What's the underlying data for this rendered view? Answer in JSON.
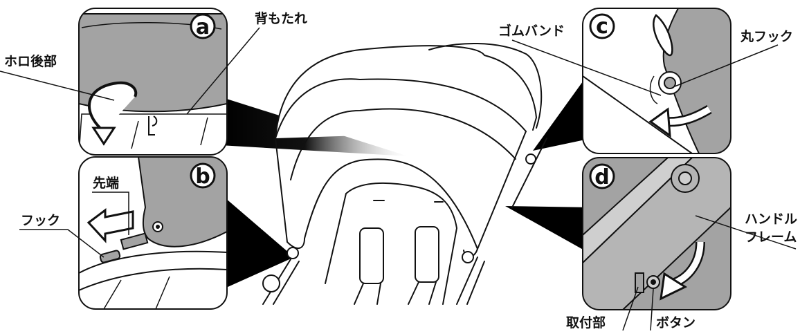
{
  "panels": {
    "a": {
      "badge": "a",
      "labels": {
        "hood_rear": "ホロ後部",
        "backrest": "背もたれ"
      }
    },
    "b": {
      "badge": "b",
      "labels": {
        "tip": "先端",
        "hook": "フック"
      }
    },
    "c": {
      "badge": "c",
      "labels": {
        "rubber_band": "ゴムバンド",
        "round_hook": "丸フック"
      }
    },
    "d": {
      "badge": "d",
      "labels": {
        "handle_frame_line1": "ハンドル",
        "handle_frame_line2": "フレーム",
        "mount": "取付部",
        "button": "ボタン"
      }
    }
  },
  "colors": {
    "panel_fill": "#a3a3a3",
    "panel_dark": "#8a8a8a",
    "line": "#111111",
    "connector": "#000000"
  }
}
